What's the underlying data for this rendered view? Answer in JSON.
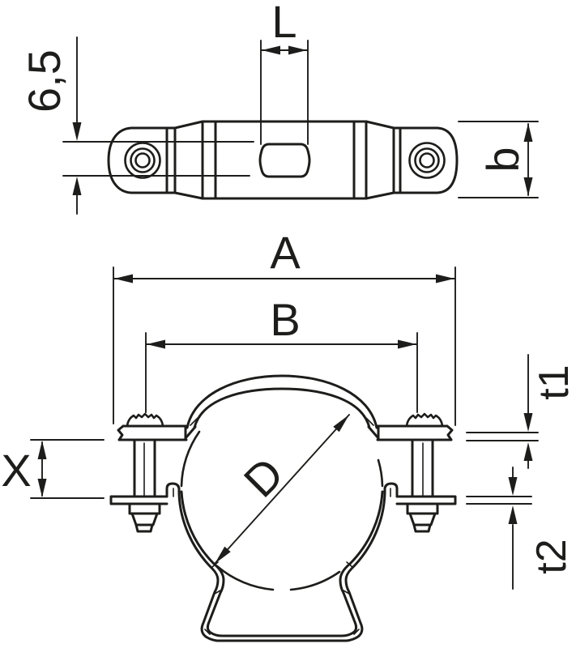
{
  "drawing": {
    "labels": {
      "L": "L",
      "offset_65": "6,5",
      "b": "b",
      "A": "A",
      "B": "B",
      "t1": "t1",
      "X": "X",
      "D": "D",
      "t2": "t2"
    },
    "colors": {
      "line": "#1d1d1b",
      "background": "#ffffff"
    }
  }
}
